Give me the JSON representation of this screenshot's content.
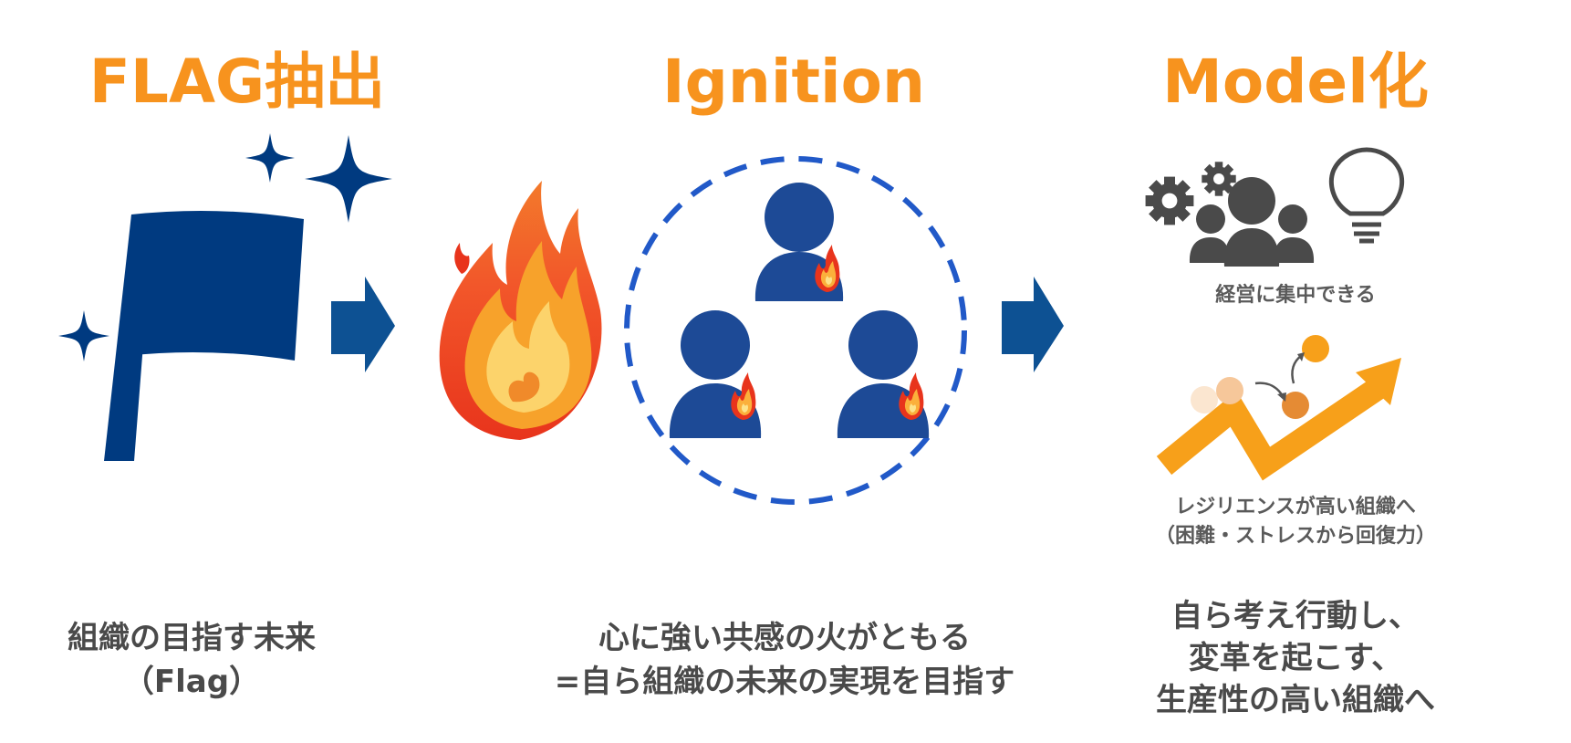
{
  "titles": {
    "flag": "FLAG抽出",
    "ignition": "Ignition",
    "model": "Model化"
  },
  "captions": {
    "flag_line1": "組織の目指す未来",
    "flag_line2": "（Flag）",
    "ignition_line1": "心に強い共感の火がともる",
    "ignition_line2": "=自ら組織の未来の実現を目指す",
    "model_line1": "自ら考え行動し、",
    "model_line2": "変革を起こす、",
    "model_line3": "生産性の高い組織へ"
  },
  "model_labels": {
    "focus": "経営に集中できる",
    "resilience_line1": "レジリエンスが高い組織へ",
    "resilience_line2": "（困難・ストレスから回復力）"
  },
  "colors": {
    "accent_orange": "#f7931e",
    "navy": "#003a80",
    "arrow_blue": "#0d5193",
    "dash_blue": "#2159c8",
    "person_blue": "#1d4a96",
    "icon_gray": "#4a4a4a",
    "growth_orange": "#f7a01a"
  }
}
